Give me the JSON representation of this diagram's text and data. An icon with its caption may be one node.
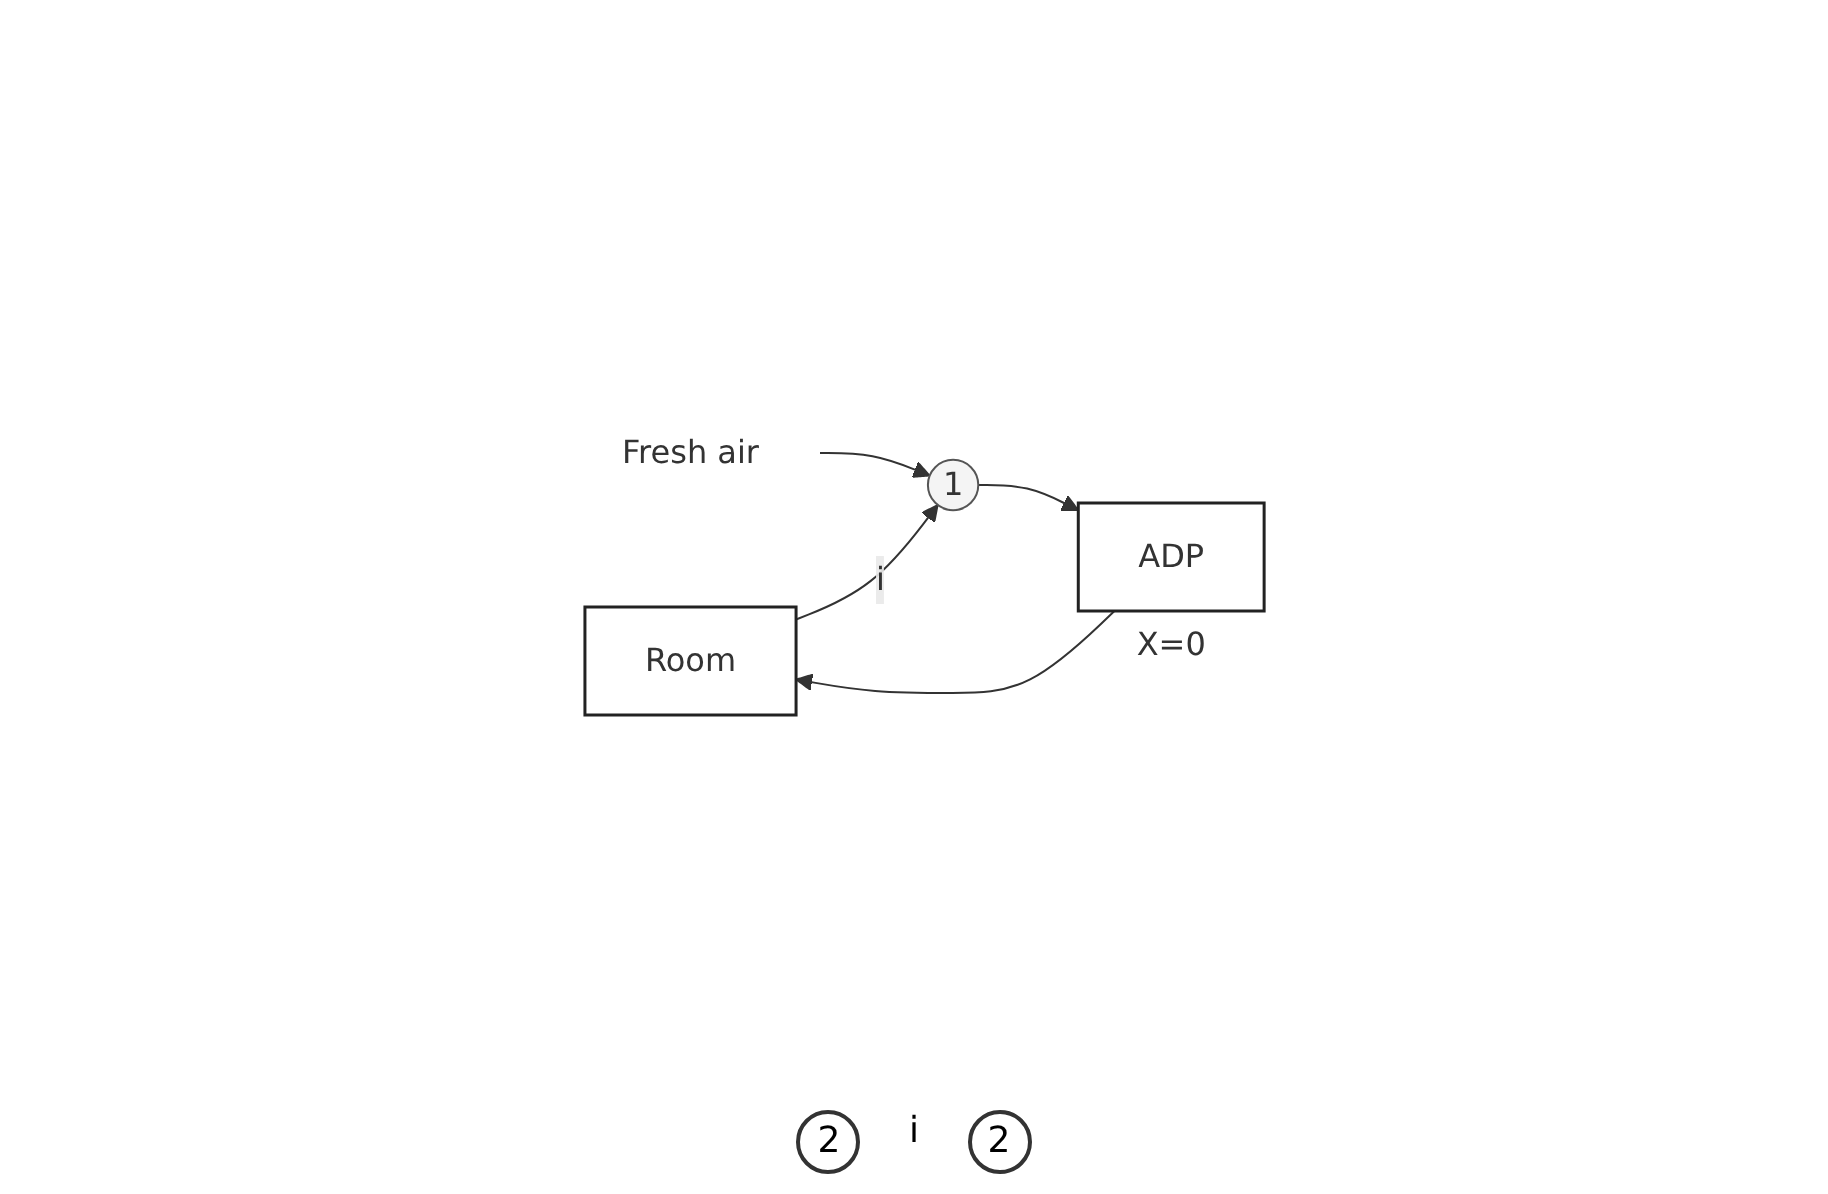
{
  "diagram": {
    "nodes": [
      {
        "text": [
          "Room"
        ]
      },
      {
        "text": [
          "Fresh air"
        ]
      },
      {
        "text": [
          "1"
        ]
      },
      {
        "text": [
          "ADP"
        ],
        "beside": [
          "X=0"
        ]
      }
    ],
    "edges": [
      {
        "from": 1,
        "to": 2,
        "arrow": "to"
      },
      {
        "from": 2,
        "to": 3,
        "arrow": "to"
      },
      {
        "from": 3,
        "to": 0,
        "arrow": "to"
      },
      {
        "from": 0,
        "to": 2,
        "arrow": "to",
        "label": "i"
      }
    ],
    "labels": [
      "2",
      "i",
      "2"
    ]
  }
}
